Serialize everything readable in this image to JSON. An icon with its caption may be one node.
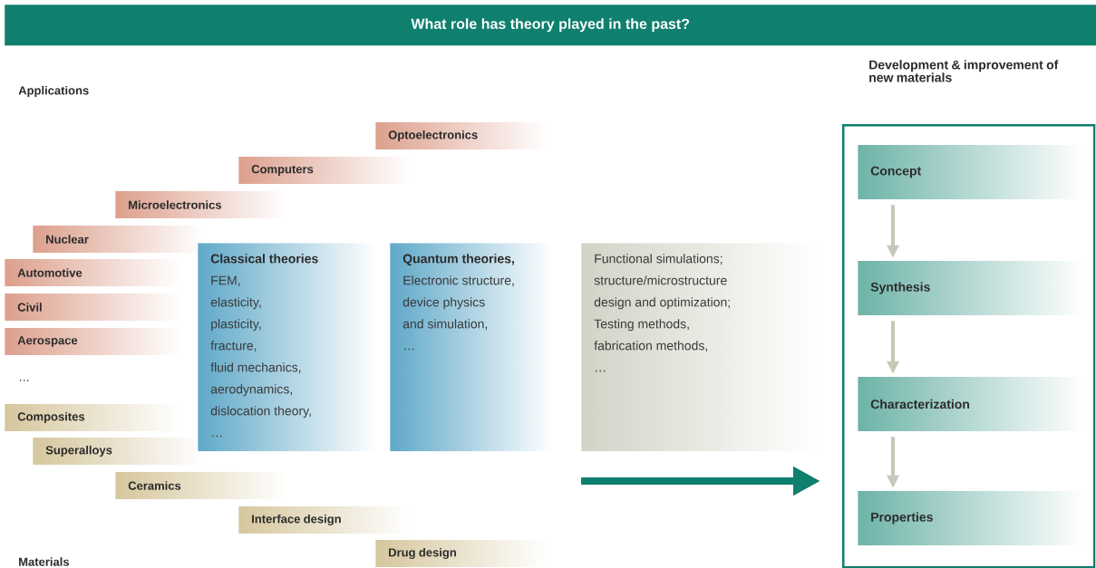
{
  "diagram": {
    "title": "What role has theory played in the past?",
    "nodes": [
      {
        "text": [
          "Optoelectronics"
        ]
      },
      {
        "text": [
          "Computers"
        ]
      },
      {
        "text": [
          "Microelectronics"
        ]
      },
      {
        "text": [
          "Nuclear"
        ]
      },
      {
        "text": [
          "Automotive"
        ]
      },
      {
        "text": [
          "Civil"
        ]
      },
      {
        "text": [
          "Aerospace"
        ]
      },
      {
        "text": [
          "Composites"
        ]
      },
      {
        "text": [
          "Superalloys"
        ]
      },
      {
        "text": [
          "Ceramics"
        ]
      },
      {
        "text": [
          "Interface design"
        ]
      },
      {
        "text": [
          "Drug design"
        ]
      },
      {
        "text": [
          "Classical theories",
          "FEM,",
          "elasticity,",
          "plasticity,",
          "fracture,",
          "fluid mechanics,",
          "aerodynamics,",
          "dislocation theory,",
          "…"
        ]
      },
      {
        "text": [
          "Quantum theories,",
          "Electronic structure,",
          "device physics",
          "and simulation,",
          "…"
        ]
      },
      {
        "text": [
          "Functional simulations;",
          "structure/microstructure",
          "design and optimization;",
          "Testing methods,",
          "fabrication methods,",
          "…"
        ]
      },
      {
        "text": [
          "Development & improvement of new materials"
        ]
      },
      {
        "text": [
          "Concept"
        ],
        "in": 15
      },
      {
        "text": [
          "Synthesis"
        ],
        "in": 15
      },
      {
        "text": [
          "Characterization"
        ],
        "in": 15
      },
      {
        "text": [
          "Properties"
        ],
        "in": 15
      }
    ],
    "edges": [
      {
        "from": 16,
        "to": 17,
        "arrow": "to"
      },
      {
        "from": 17,
        "to": 18,
        "arrow": "to"
      },
      {
        "from": 18,
        "to": 19,
        "arrow": "to"
      },
      {
        "from": null,
        "to": 15,
        "arrow": "to",
        "style": "thick",
        "color": "#0f7f6e"
      }
    ],
    "labels": [
      "Applications",
      "…",
      "Materials"
    ]
  }
}
